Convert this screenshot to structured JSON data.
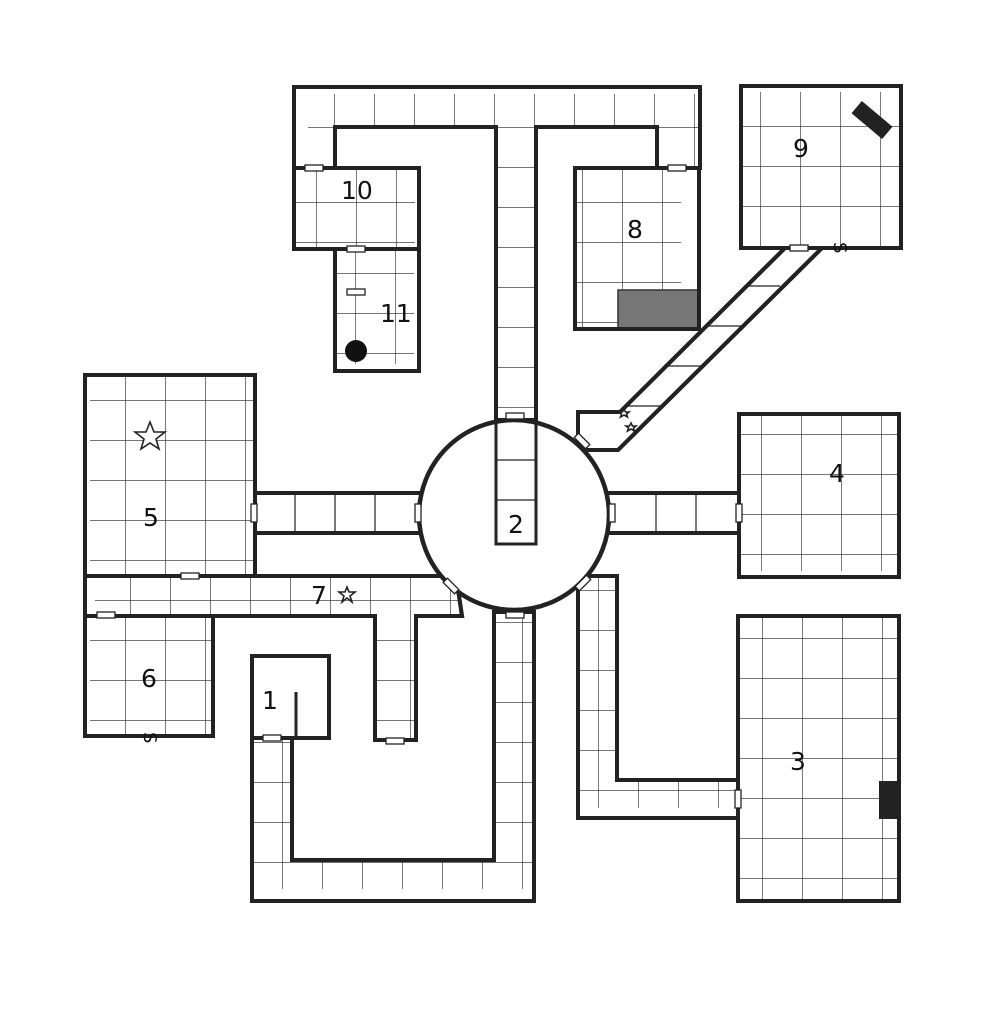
{
  "map": {
    "rooms": [
      {
        "id": "room-1",
        "label": "1"
      },
      {
        "id": "room-2",
        "label": "2"
      },
      {
        "id": "room-3",
        "label": "3"
      },
      {
        "id": "room-4",
        "label": "4"
      },
      {
        "id": "room-5",
        "label": "5"
      },
      {
        "id": "room-6",
        "label": "6"
      },
      {
        "id": "room-7",
        "label": "7"
      },
      {
        "id": "room-8",
        "label": "8"
      },
      {
        "id": "room-9",
        "label": "9"
      },
      {
        "id": "room-10",
        "label": "10"
      },
      {
        "id": "room-11",
        "label": "11"
      }
    ],
    "secret_door_symbol": "S",
    "colors": {
      "wall": "#222222",
      "floor": "#ffffff",
      "grid": "#222222",
      "raised_feature": "#777777",
      "dark_feature": "#222222"
    },
    "features": [
      "star-icon",
      "pit-icon",
      "secret-door-icon",
      "door-icon",
      "raised-block",
      "dark-block"
    ]
  }
}
